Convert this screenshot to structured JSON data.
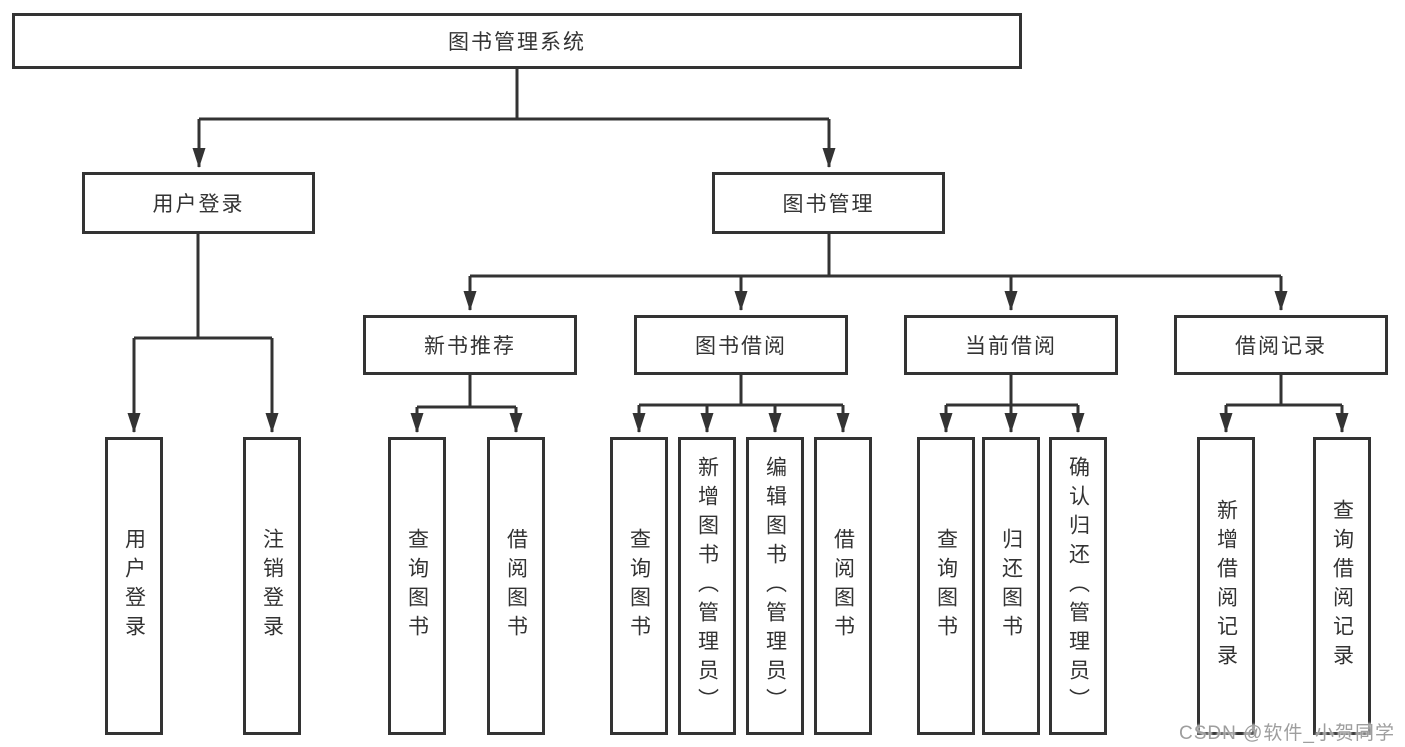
{
  "diagram": {
    "root": {
      "label": "图书管理系统"
    },
    "branches": [
      {
        "label": "用户登录",
        "children": [
          {
            "label": "用户登录"
          },
          {
            "label": "注销登录"
          }
        ]
      },
      {
        "label": "图书管理",
        "children": [
          {
            "label": "新书推荐",
            "children": [
              {
                "label": "查询图书"
              },
              {
                "label": "借阅图书"
              }
            ]
          },
          {
            "label": "图书借阅",
            "children": [
              {
                "label": "查询图书"
              },
              {
                "label": "新增图书（管理员）"
              },
              {
                "label": "编辑图书（管理员）"
              },
              {
                "label": "借阅图书"
              }
            ]
          },
          {
            "label": "当前借阅",
            "children": [
              {
                "label": "查询图书"
              },
              {
                "label": "归还图书"
              },
              {
                "label": "确认归还（管理员）"
              }
            ]
          },
          {
            "label": "借阅记录",
            "children": [
              {
                "label": "新增借阅记录"
              },
              {
                "label": "查询借阅记录"
              }
            ]
          }
        ]
      }
    ]
  },
  "watermark": {
    "text": "CSDN @软件_小贺同学"
  },
  "colors": {
    "line": "#333333",
    "text": "#333333",
    "box_background": "#ffffff",
    "watermark": "#9e9e9e",
    "page_background": "#ffffff"
  }
}
